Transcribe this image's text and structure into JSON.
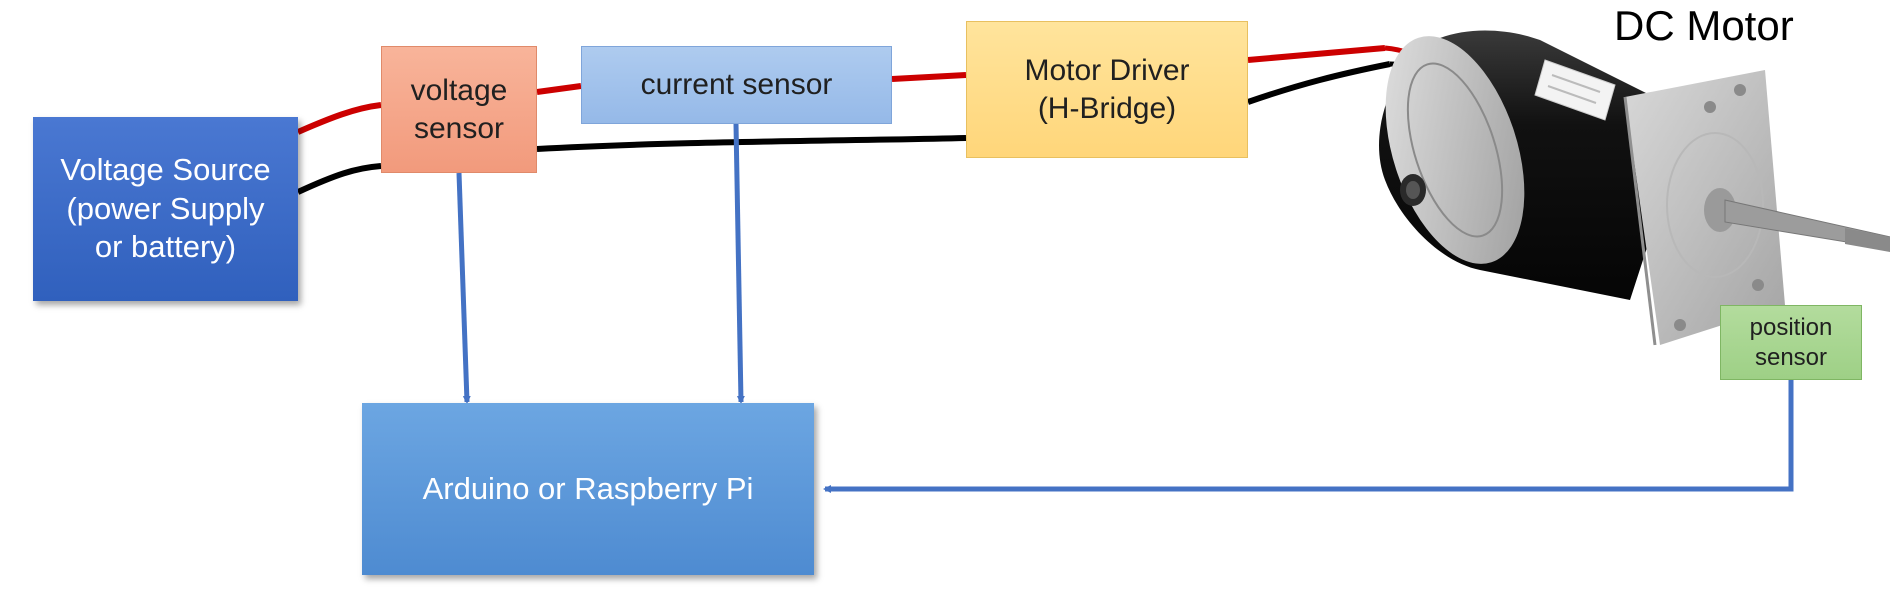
{
  "title": "DC Motor",
  "blocks": {
    "voltage_source": "Voltage Source\n(power Supply\nor battery)",
    "voltage_sensor": "voltage\nsensor",
    "current_sensor": "current sensor",
    "motor_driver": "Motor Driver\n(H-Bridge)",
    "controller": "Arduino or Raspberry Pi",
    "position_sensor": "position\nsensor"
  },
  "colors": {
    "positive_wire": "#cc0000",
    "negative_wire": "#000000",
    "signal_arrow": "#4472c4"
  },
  "icons": {
    "motor": "dc-motor-image"
  }
}
